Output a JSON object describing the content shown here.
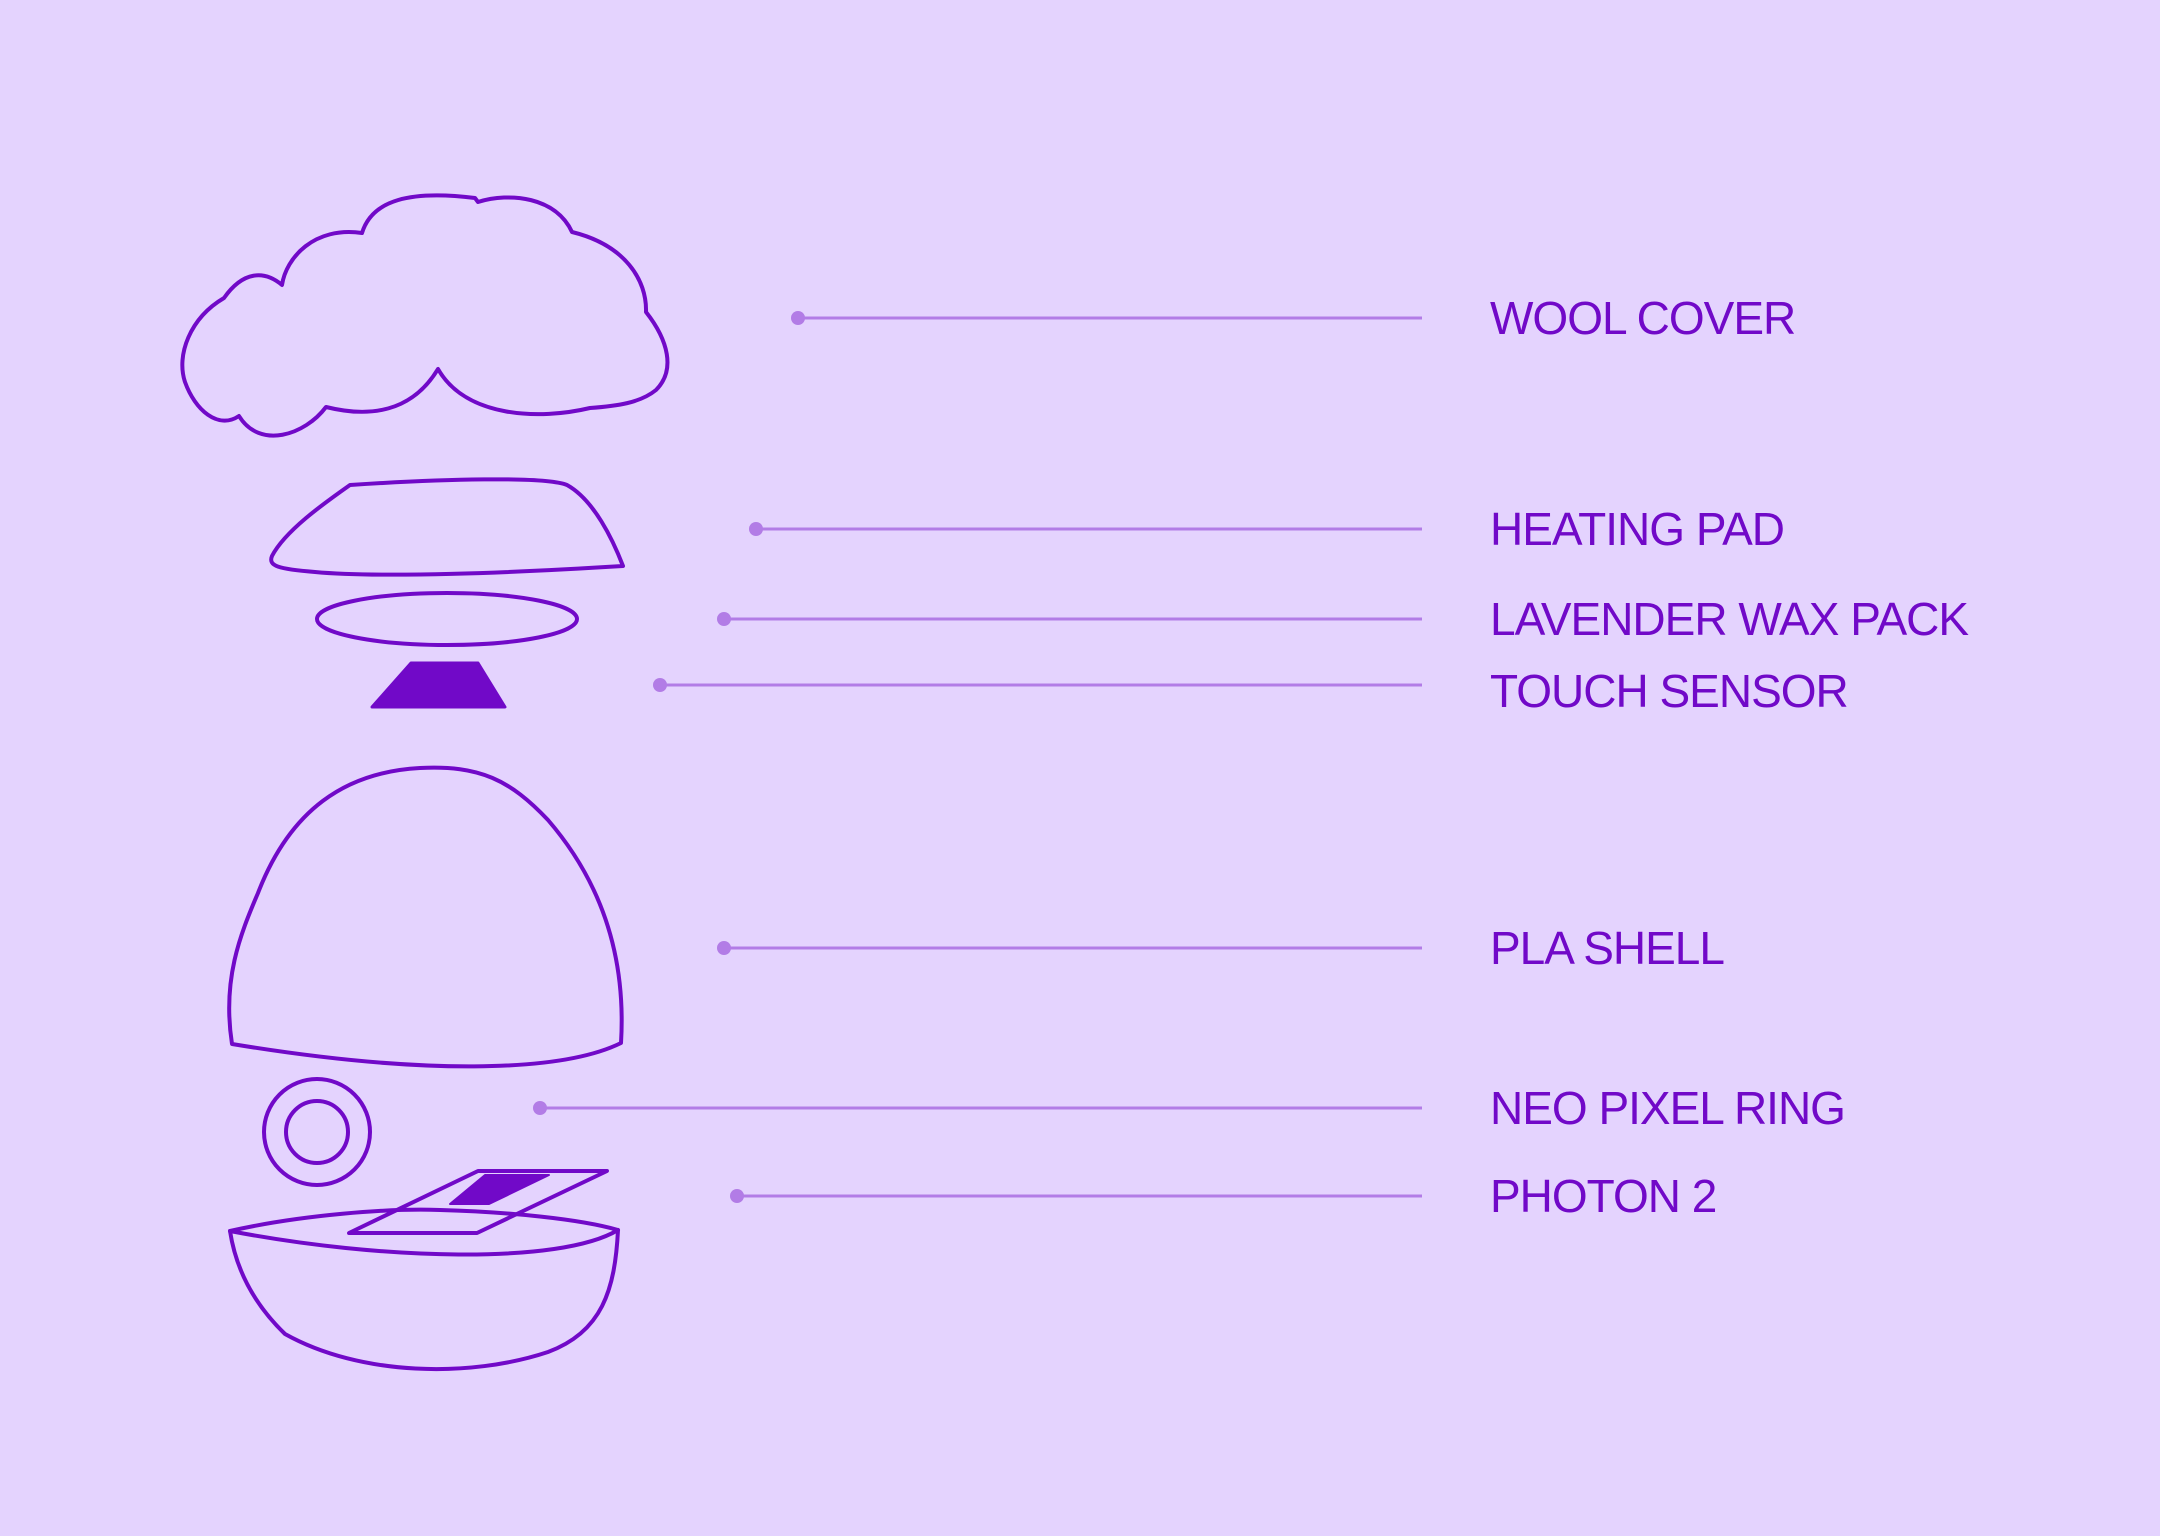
{
  "colors": {
    "background": "#e4d3fe",
    "outline": "#7109c8",
    "leader": "#b27ce6",
    "light_fill": "#f5eefd",
    "mid_fill": "#e4aefc",
    "dark_fill": "#7109c8"
  },
  "labels": {
    "wool_cover": "WOOL COVER",
    "heating_pad": "HEATING PAD",
    "lavender_wax_pack": "LAVENDER WAX PACK",
    "touch_sensor": "TOUCH SENSOR",
    "pla_shell": "PLA SHELL",
    "neo_pixel_ring": "NEO PIXEL RING",
    "photon_2": "PHOTON 2"
  }
}
